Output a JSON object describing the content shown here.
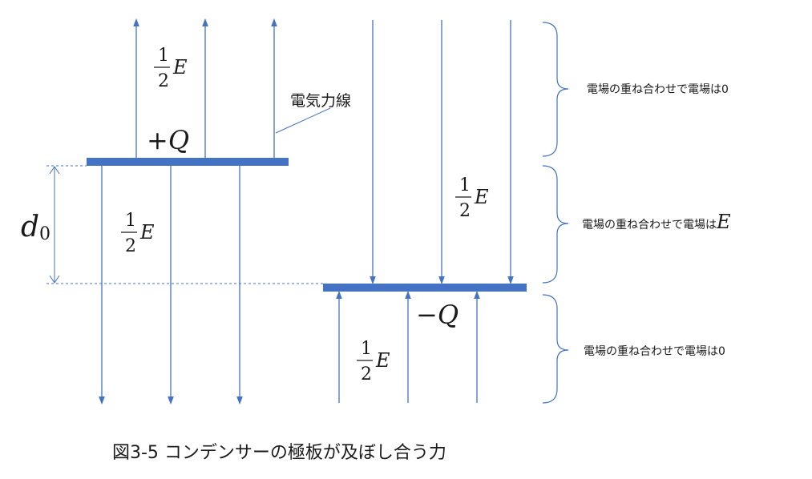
{
  "caption": "図3-5 コンデンサーの極板が及ぼし合う力",
  "field_line_label": "電気力線",
  "plate_top_charge": "+Q",
  "plate_bottom_charge": "−Q",
  "gap_label": {
    "symbol": "d",
    "subscript": "0"
  },
  "half_field": {
    "numerator": "1",
    "denominator": "2",
    "symbol": "E"
  },
  "region_labels": {
    "top": {
      "text": "電場の重ね合わせで電場は",
      "value": "0"
    },
    "middle": {
      "text": "電場の重ね合わせで電場は",
      "value": "E"
    },
    "bottom": {
      "text": "電場の重ね合わせで電場は",
      "value": "0"
    }
  },
  "colors": {
    "plate": "#4472c4",
    "field_line": "#4472c4",
    "text": "#1a1a1a"
  }
}
